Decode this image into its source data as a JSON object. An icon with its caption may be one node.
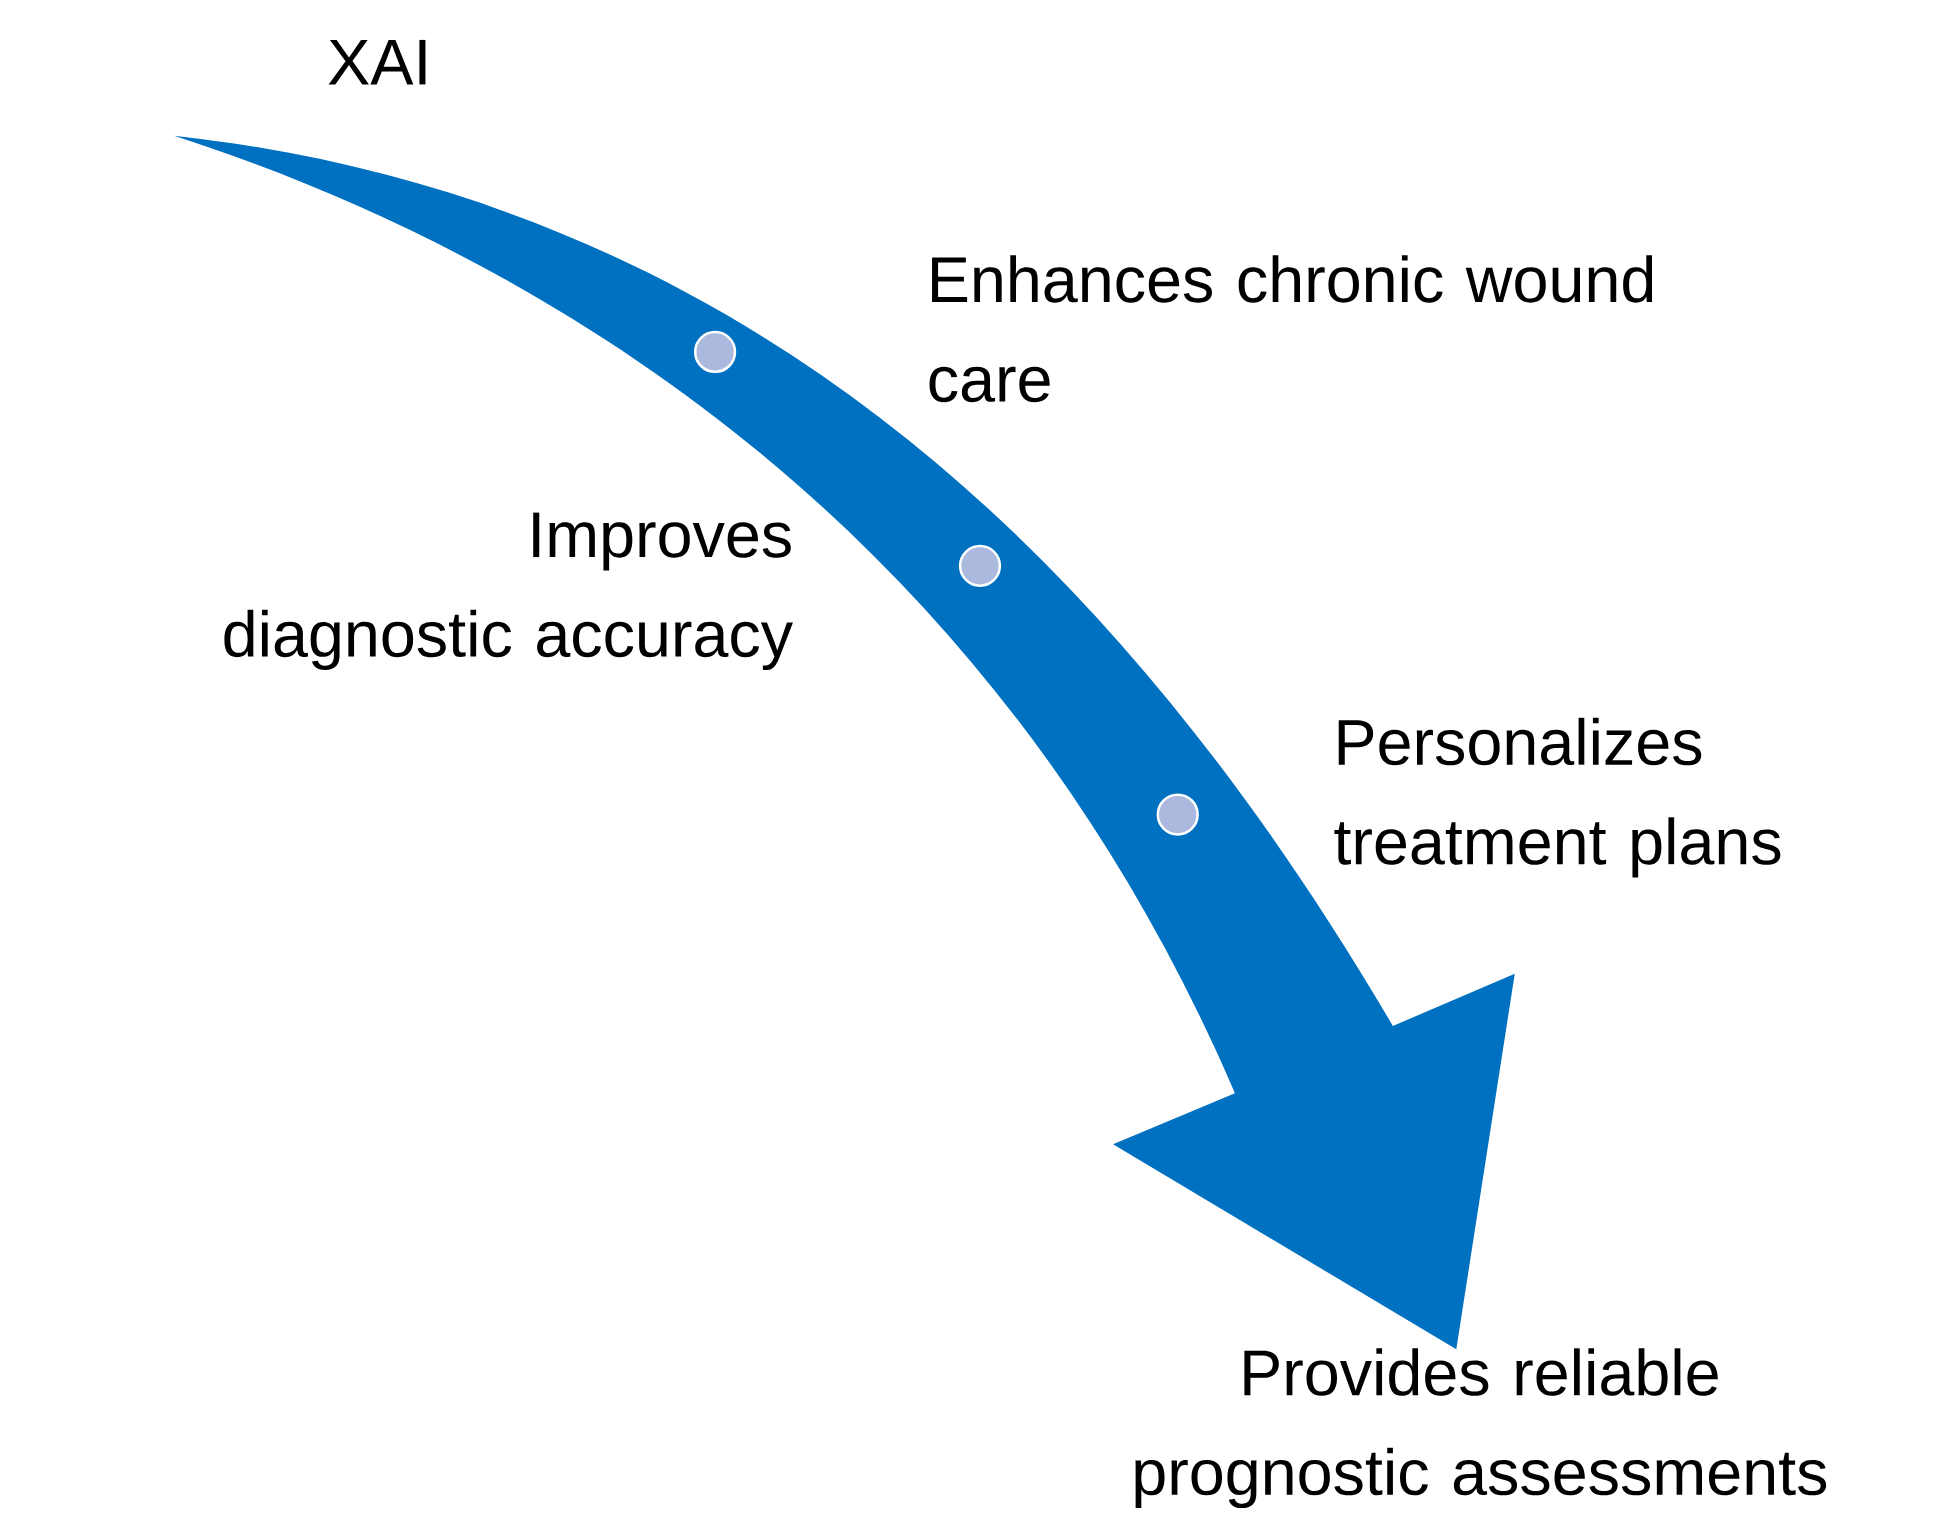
{
  "diagram": {
    "nodes": [
      {
        "text": [
          "XAI"
        ]
      },
      {
        "text": [],
        "shape": "circle",
        "beside": [
          "Enhances chronic wound care"
        ]
      },
      {
        "text": [],
        "shape": "circle",
        "beside": [
          "Improves diagnostic accuracy"
        ]
      },
      {
        "text": [],
        "shape": "circle",
        "beside": [
          "Personalizes treatment plans"
        ]
      },
      {
        "text": [
          "Provides reliable prognostic assessments"
        ]
      }
    ],
    "edges": [
      {
        "from": 0,
        "to": 4,
        "arrow": "to",
        "style": "thick"
      }
    ]
  }
}
